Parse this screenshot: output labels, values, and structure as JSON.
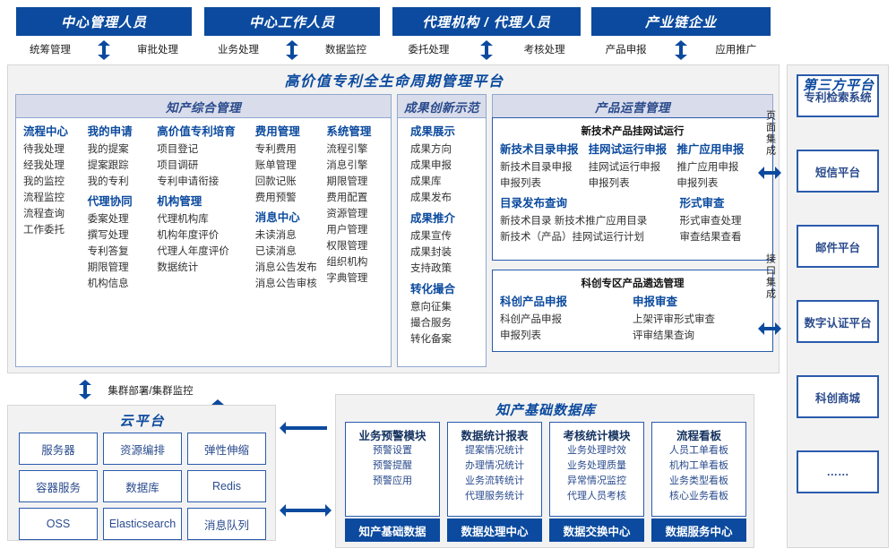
{
  "actors": [
    {
      "title": "中心管理人员",
      "left": "统筹管理",
      "right": "审批处理",
      "icon": "up-down-arrow-icon"
    },
    {
      "title": "中心工作人员",
      "left": "业务处理",
      "right": "数据监控",
      "icon": "up-down-arrow-icon"
    },
    {
      "title": "代理机构 / 代理人员",
      "left": "委托处理",
      "right": "考核处理",
      "icon": "up-down-arrow-icon"
    },
    {
      "title": "产业链企业",
      "left": "产品申报",
      "right": "应用推广",
      "icon": "up-down-arrow-icon"
    }
  ],
  "platform": {
    "title": "高价值专利全生命周期管理平台",
    "groups": [
      {
        "name": "知产综合管理",
        "columns": [
          {
            "blocks": [
              {
                "head": "流程中心",
                "items": [
                  "待我处理",
                  "经我处理",
                  "我的监控",
                  "流程监控",
                  "流程查询",
                  "工作委托"
                ]
              }
            ]
          },
          {
            "blocks": [
              {
                "head": "我的申请",
                "items": [
                  "我的提案",
                  "提案跟踪",
                  "我的专利"
                ]
              },
              {
                "head": "代理协同",
                "items": [
                  "委案处理",
                  "撰写处理",
                  "专利答复",
                  "期限管理",
                  "机构信息"
                ]
              }
            ]
          },
          {
            "blocks": [
              {
                "head": "高价值专利培育",
                "items": [
                  "项目登记",
                  "项目调研",
                  "专利申请衔接"
                ]
              },
              {
                "head": "机构管理",
                "items": [
                  "代理机构库",
                  "机构年度评价",
                  "代理人年度评价",
                  "数据统计"
                ]
              }
            ]
          },
          {
            "blocks": [
              {
                "head": "费用管理",
                "items": [
                  "专利费用",
                  "账单管理",
                  "回款记账",
                  "费用预警"
                ]
              },
              {
                "head": "消息中心",
                "items": [
                  "未读消息",
                  "已读消息",
                  "消息公告发布",
                  "消息公告审核"
                ]
              }
            ]
          },
          {
            "blocks": [
              {
                "head": "系统管理",
                "items": [
                  "流程引擎",
                  "消息引擎",
                  "期限管理",
                  "费用配置",
                  "资源管理",
                  "用户管理",
                  "权限管理",
                  "组织机构",
                  "字典管理"
                ]
              }
            ]
          }
        ]
      },
      {
        "name": "成果创新示范",
        "columns": [
          {
            "blocks": [
              {
                "head": "成果展示",
                "items": [
                  "成果方向",
                  "成果申报",
                  "成果库",
                  "成果发布"
                ]
              },
              {
                "head": "成果推介",
                "items": [
                  "成果宣传",
                  "成果封装",
                  "支持政策"
                ]
              },
              {
                "head": "转化撮合",
                "items": [
                  "意向征集",
                  "撮合服务",
                  "转化备案"
                ]
              }
            ]
          }
        ]
      },
      {
        "name": "产品运营管理",
        "subboxes": [
          {
            "title": "新技术产品挂网试运行",
            "rows": [
              {
                "cols": [
                  {
                    "head": "新技术目录申报",
                    "items": [
                      "新技术目录申报",
                      "申报列表"
                    ]
                  },
                  {
                    "head": "挂网试运行申报",
                    "items": [
                      "挂网试运行申报",
                      "申报列表"
                    ]
                  },
                  {
                    "head": "推广应用申报",
                    "items": [
                      "推广应用申报",
                      "申报列表"
                    ]
                  }
                ]
              },
              {
                "cols": [
                  {
                    "head": "目录发布查询",
                    "items": [
                      "新技术目录    新技术推广应用目录",
                      "新技术（产品）挂网试运行计划"
                    ]
                  },
                  {
                    "head": "形式审查",
                    "items": [
                      "形式审查处理",
                      "审查结果查看"
                    ]
                  }
                ]
              }
            ]
          },
          {
            "title": "科创专区产品遴选管理",
            "rows": [
              {
                "cols": [
                  {
                    "head": "科创产品申报",
                    "items": [
                      "科创产品申报",
                      "申报列表"
                    ]
                  },
                  {
                    "head": "申报审查",
                    "items": [
                      "上架评审形式审查",
                      "评审结果查询"
                    ]
                  }
                ]
              }
            ]
          }
        ]
      }
    ]
  },
  "third_party": {
    "title": "第三方平台",
    "boxes": [
      "专利检索系统",
      "短信平台",
      "邮件平台",
      "数字认证平台",
      "科创商城",
      "……"
    ],
    "integration_labels": [
      "页面集成",
      "接口集成"
    ],
    "arrow_icon": "left-right-arrow-icon"
  },
  "cloud": {
    "cluster_label": "集群部署/集群监控",
    "title": "云平台",
    "cells": [
      "服务器",
      "资源编排",
      "弹性伸缩",
      "容器服务",
      "数据库",
      "Redis",
      "OSS",
      "Elasticsearch",
      "消息队列"
    ]
  },
  "database": {
    "title": "知产基础数据库",
    "columns": [
      {
        "head": "业务预警模块",
        "items": [
          "预警设置",
          "预警提醒",
          "预警应用"
        ],
        "footer": "知产基础数据"
      },
      {
        "head": "数据统计报表",
        "items": [
          "提案情况统计",
          "办理情况统计",
          "业务流转统计",
          "代理服务统计"
        ],
        "footer": "数据处理中心"
      },
      {
        "head": "考核统计模块",
        "items": [
          "业务处理时效",
          "业务处理质量",
          "异常情况监控",
          "代理人员考核"
        ],
        "footer": "数据交换中心"
      },
      {
        "head": "流程看板",
        "items": [
          "人员工单看板",
          "机构工单看板",
          "业务类型看板",
          "核心业务看板"
        ],
        "footer": "数据服务中心"
      }
    ]
  },
  "colors": {
    "brand_blue": "#0b4a9e",
    "panel_gray": "#f2f2f2",
    "group_head": "#d9dcea",
    "border_blue": "#2a5bad"
  }
}
